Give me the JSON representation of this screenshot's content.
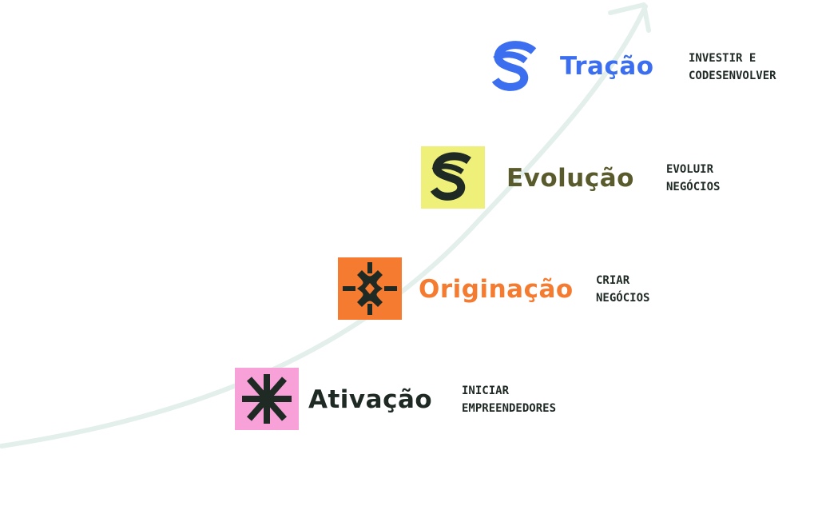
{
  "colors": {
    "curve": "#e3efea",
    "dark": "#1f2a24",
    "tracao": "#3c6ff0",
    "evolucao": "#5a5b2c",
    "originacao": "#f47b30",
    "ativacao": "#1f2a24",
    "tile_evolucao": "#eef07a",
    "tile_originacao": "#f47b30",
    "tile_ativacao": "#f7a1d8"
  },
  "stages": [
    {
      "id": "tracao",
      "title": "Tração",
      "icon": "s-loop-icon",
      "desc_line1": "INVESTIR E",
      "desc_line2": "CODESENVOLVER"
    },
    {
      "id": "evolucao",
      "title": "Evolução",
      "icon": "s-loop-icon",
      "desc_line1": "EVOLUIR",
      "desc_line2": "NEGÓCIOS"
    },
    {
      "id": "originacao",
      "title": "Originação",
      "icon": "curved-cross-icon",
      "desc_line1": "CRIAR",
      "desc_line2": "NEGÓCIOS"
    },
    {
      "id": "ativacao",
      "title": "Ativação",
      "icon": "asterisk-icon",
      "desc_line1": "INICIAR",
      "desc_line2": "EMPREENDEDORES"
    }
  ]
}
